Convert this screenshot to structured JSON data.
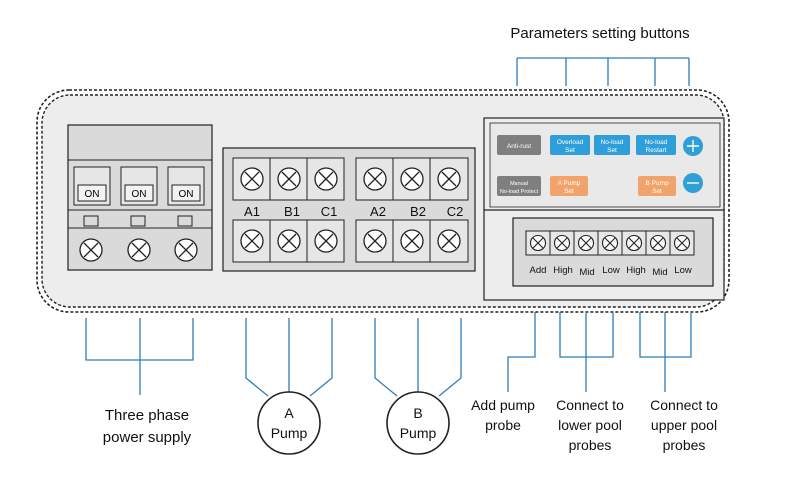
{
  "title": "Parameters setting buttons",
  "breaker": {
    "switches": [
      "ON",
      "ON",
      "ON"
    ]
  },
  "pump_terminals": {
    "a_labels": [
      "A1",
      "B1",
      "C1"
    ],
    "b_labels": [
      "A2",
      "B2",
      "C2"
    ]
  },
  "buttons": {
    "anti_rust": "Anti-rust",
    "overload_set": [
      "Overload",
      "Set"
    ],
    "noload_set": [
      "No-load",
      "Set"
    ],
    "noload_restart": [
      "No-load",
      "Restart"
    ],
    "manual_protect": [
      "Manual",
      "No-load Protect"
    ],
    "a_pump_set": [
      "A Pump",
      "Set"
    ],
    "b_pump_set": [
      "B Pump",
      "Set"
    ]
  },
  "probe_terminals": [
    "Add",
    "High",
    "Mid",
    "Low",
    "High",
    "Mid",
    "Low"
  ],
  "captions": {
    "power": [
      "Three phase",
      "power supply"
    ],
    "pump_a": [
      "A",
      "Pump"
    ],
    "pump_b": [
      "B",
      "Pump"
    ],
    "add_probe": [
      "Add pump",
      "probe"
    ],
    "lower": [
      "Connect to",
      "lower pool",
      "probes"
    ],
    "upper": [
      "Connect to",
      "upper pool",
      "probes"
    ]
  },
  "colors": {
    "teal_button": "#2E9FD8",
    "orange_button": "#F2A36B",
    "gray_button": "#7F7F7F",
    "line_blue": "#2E7CB8"
  }
}
